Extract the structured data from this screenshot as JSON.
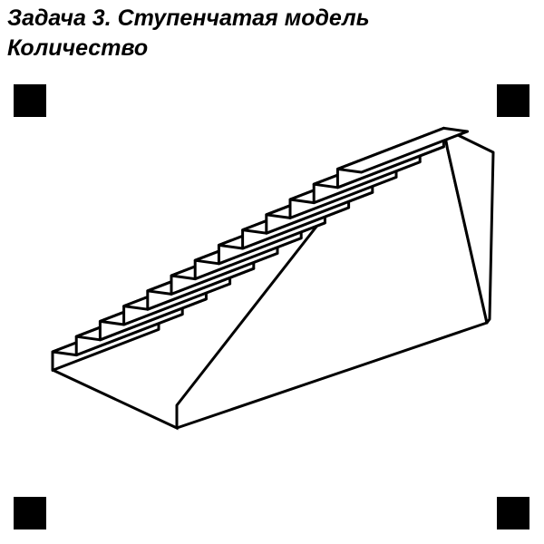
{
  "task": {
    "title": "Задача 3. Ступенчатая модель",
    "subtitle": "Количество"
  },
  "figure": {
    "icon": "staircase-line-drawing",
    "step_count": 13,
    "stroke_color": "#000000",
    "fill_color": "#ffffff"
  },
  "markers": {
    "icon": "fiducial-square",
    "color": "#000000"
  }
}
